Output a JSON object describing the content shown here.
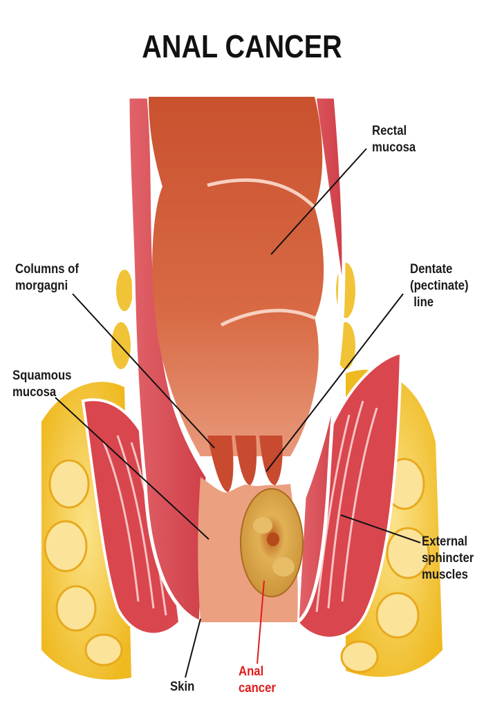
{
  "title": "ANAL CANCER",
  "labels": {
    "rectal_mucosa": [
      "Rectal",
      "mucosa"
    ],
    "columns_of_morgagni": [
      "Columns of",
      "morgagni"
    ],
    "dentate_line": [
      "Dentate",
      "(pectinate)",
      "line"
    ],
    "squamous_mucosa": [
      "Squamous",
      "mucosa"
    ],
    "external_sphincter": [
      "External",
      "sphincter",
      "muscles"
    ],
    "skin": [
      "Skin"
    ],
    "anal_cancer": [
      "Anal",
      "cancer"
    ]
  },
  "colors": {
    "fat": "#f3c62e",
    "muscle": "#d9464e",
    "lumen": "#c84a2f",
    "mucosa_light": "#e98a6a",
    "tumor": "#d9a441",
    "label_highlight": "#e01b1b"
  }
}
